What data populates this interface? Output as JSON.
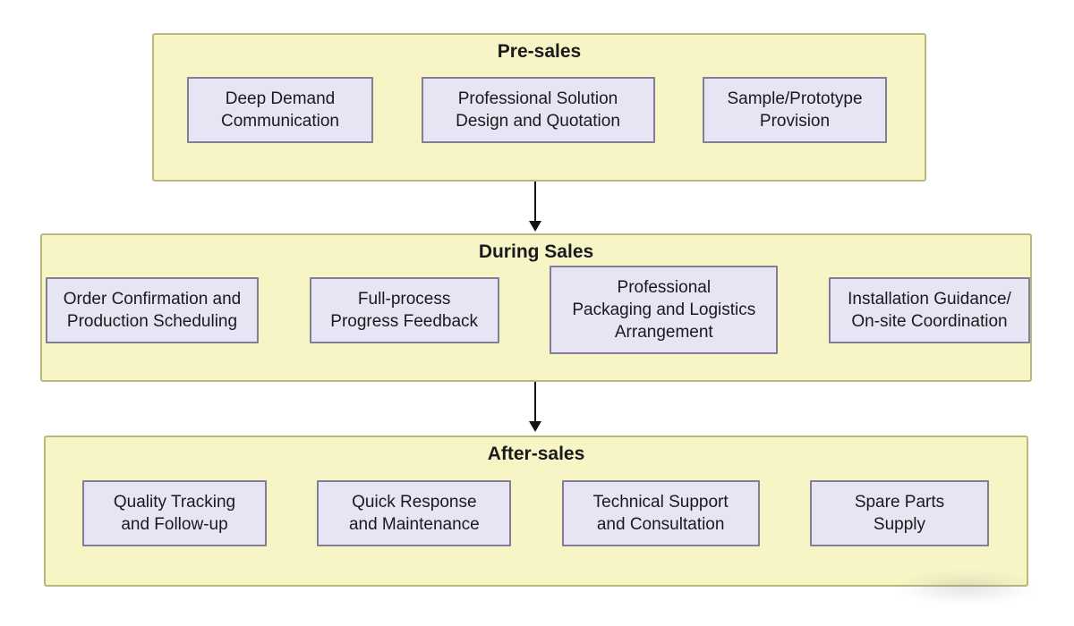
{
  "colors": {
    "page_bg": "#ffffff",
    "section_bg": "#f7f5c6",
    "section_border": "#b9b878",
    "box_bg": "#e7e4f4",
    "box_border": "#827e98",
    "text": "#1a1a1c",
    "arrow": "#141414"
  },
  "diagram": {
    "sections": [
      {
        "id": "pre-sales",
        "title": "Pre-sales",
        "boxes": [
          {
            "label": "Deep Demand\nCommunication"
          },
          {
            "label": "Professional Solution\nDesign and Quotation"
          },
          {
            "label": "Sample/Prototype\nProvision"
          }
        ]
      },
      {
        "id": "during-sales",
        "title": "During Sales",
        "boxes": [
          {
            "label": "Order Confirmation and\nProduction Scheduling"
          },
          {
            "label": "Full-process\nProgress Feedback"
          },
          {
            "label": "Professional\nPackaging and Logistics\nArrangement"
          },
          {
            "label": "Installation Guidance/\nOn-site Coordination"
          }
        ]
      },
      {
        "id": "after-sales",
        "title": "After-sales",
        "boxes": [
          {
            "label": "Quality Tracking\nand Follow-up"
          },
          {
            "label": "Quick Response\nand Maintenance"
          },
          {
            "label": "Technical Support\nand Consultation"
          },
          {
            "label": "Spare Parts\nSupply"
          }
        ]
      }
    ]
  }
}
